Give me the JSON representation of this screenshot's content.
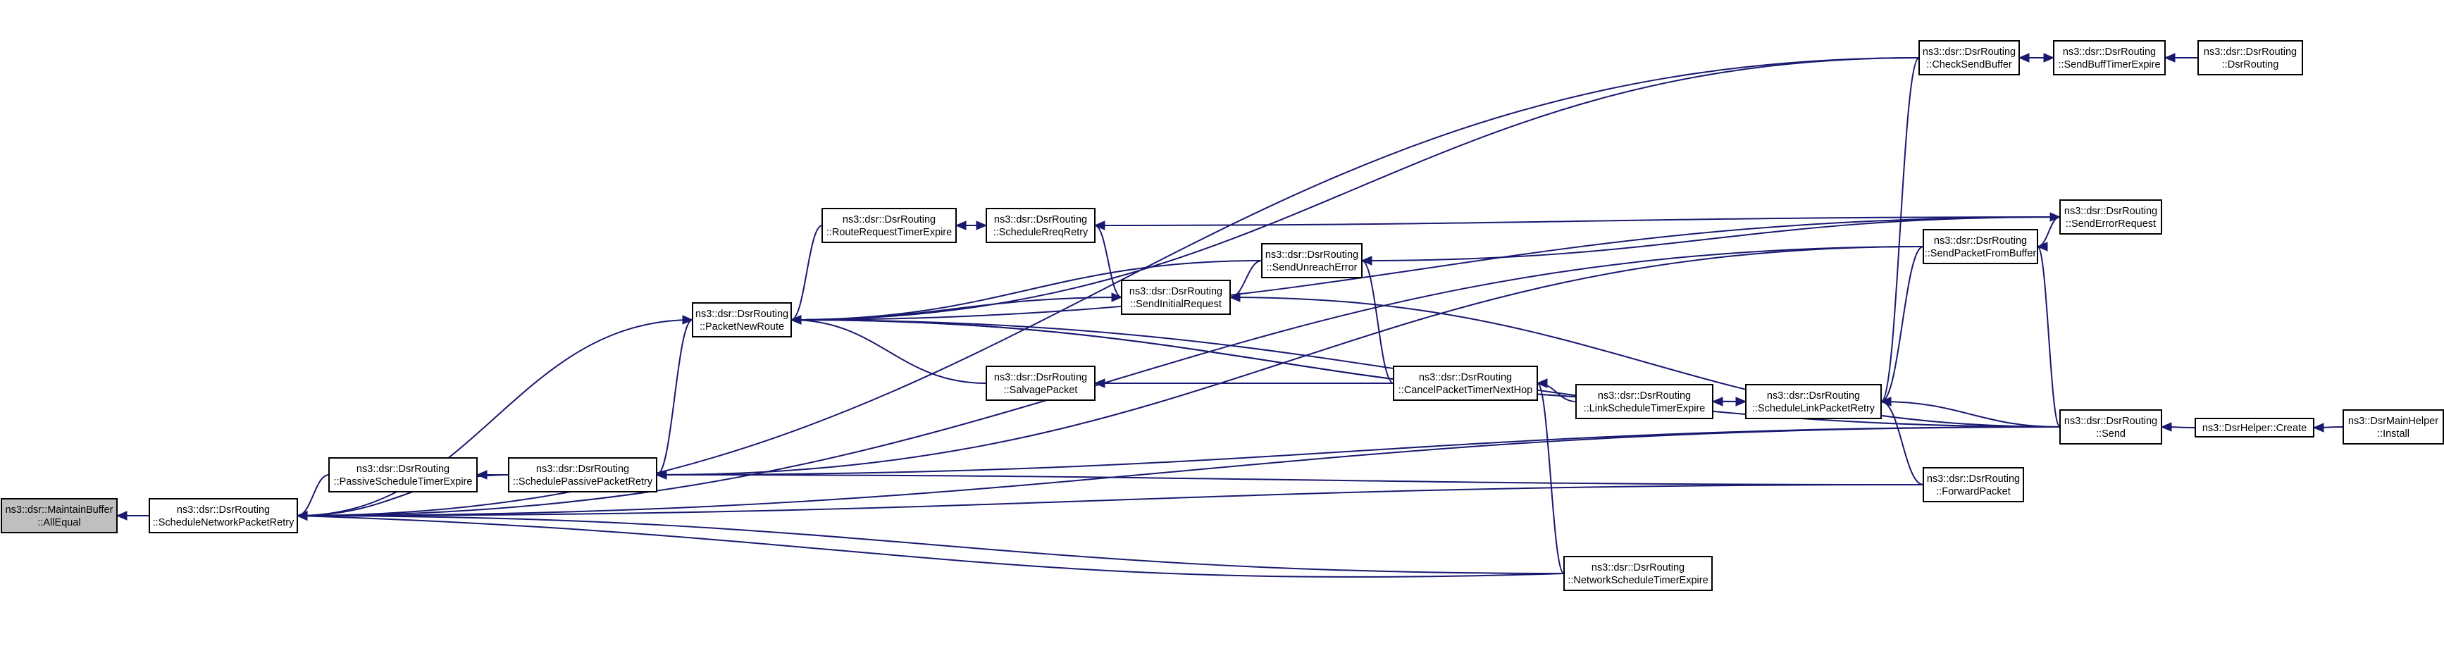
{
  "graph": {
    "title": "",
    "colors": {
      "edge": "#191970",
      "node_border": "#000000",
      "root_fill": "#bfbfbf",
      "node_fill": "#ffffff"
    },
    "nodes": [
      {
        "id": "allequal",
        "lines": [
          "ns3::dsr::MaintainBuffer",
          "::AllEqual"
        ],
        "root": true
      },
      {
        "id": "schedNetRetry",
        "lines": [
          "ns3::dsr::DsrRouting",
          "::ScheduleNetworkPacketRetry"
        ]
      },
      {
        "id": "passiveTimer",
        "lines": [
          "ns3::dsr::DsrRouting",
          "::PassiveScheduleTimerExpire"
        ]
      },
      {
        "id": "schedPassive",
        "lines": [
          "ns3::dsr::DsrRouting",
          "::SchedulePassivePacketRetry"
        ]
      },
      {
        "id": "packetNewRoute",
        "lines": [
          "ns3::dsr::DsrRouting",
          "::PacketNewRoute"
        ]
      },
      {
        "id": "routeReqTimer",
        "lines": [
          "ns3::dsr::DsrRouting",
          "::RouteRequestTimerExpire"
        ]
      },
      {
        "id": "schedRreq",
        "lines": [
          "ns3::dsr::DsrRouting",
          "::ScheduleRreqRetry"
        ]
      },
      {
        "id": "sendInitReq",
        "lines": [
          "ns3::dsr::DsrRouting",
          "::SendInitialRequest"
        ]
      },
      {
        "id": "sendUnreach",
        "lines": [
          "ns3::dsr::DsrRouting",
          "::SendUnreachError"
        ]
      },
      {
        "id": "salvage",
        "lines": [
          "ns3::dsr::DsrRouting",
          "::SalvagePacket"
        ]
      },
      {
        "id": "cancelTimer",
        "lines": [
          "ns3::dsr::DsrRouting",
          "::CancelPacketTimerNextHop"
        ]
      },
      {
        "id": "linkTimer",
        "lines": [
          "ns3::dsr::DsrRouting",
          "::LinkScheduleTimerExpire"
        ]
      },
      {
        "id": "schedLink",
        "lines": [
          "ns3::dsr::DsrRouting",
          "::ScheduleLinkPacketRetry"
        ]
      },
      {
        "id": "netTimer",
        "lines": [
          "ns3::dsr::DsrRouting",
          "::NetworkScheduleTimerExpire"
        ]
      },
      {
        "id": "checkSendBuf",
        "lines": [
          "ns3::dsr::DsrRouting",
          "::CheckSendBuffer"
        ]
      },
      {
        "id": "sendBuffTimer",
        "lines": [
          "ns3::dsr::DsrRouting",
          "::SendBuffTimerExpire"
        ]
      },
      {
        "id": "dsrRouting",
        "lines": [
          "ns3::dsr::DsrRouting",
          "::DsrRouting"
        ]
      },
      {
        "id": "sendErrReq",
        "lines": [
          "ns3::dsr::DsrRouting",
          "::SendErrorRequest"
        ]
      },
      {
        "id": "sendFromBuf",
        "lines": [
          "ns3::dsr::DsrRouting",
          "::SendPacketFromBuffer"
        ]
      },
      {
        "id": "forward",
        "lines": [
          "ns3::dsr::DsrRouting",
          "::ForwardPacket"
        ]
      },
      {
        "id": "send",
        "lines": [
          "ns3::dsr::DsrRouting",
          "::Send"
        ]
      },
      {
        "id": "helperCreate",
        "lines": [
          "ns3::DsrHelper::Create"
        ]
      },
      {
        "id": "mainInstall",
        "lines": [
          "ns3::DsrMainHelper",
          "::Install"
        ]
      }
    ],
    "edges": [
      [
        "schedNetRetry",
        "allequal"
      ],
      [
        "passiveTimer",
        "schedNetRetry"
      ],
      [
        "schedPassive",
        "schedNetRetry"
      ],
      [
        "packetNewRoute",
        "schedNetRetry"
      ],
      [
        "netTimer",
        "schedNetRetry"
      ],
      [
        "netTimer",
        "schedNetRetry"
      ],
      [
        "forward",
        "schedNetRetry"
      ],
      [
        "send",
        "schedNetRetry"
      ],
      [
        "checkSendBuf",
        "schedNetRetry"
      ],
      [
        "sendFromBuf",
        "schedNetRetry"
      ],
      [
        "schedPassive",
        "passiveTimer"
      ],
      [
        "sendFromBuf",
        "schedPassive"
      ],
      [
        "forward",
        "schedPassive"
      ],
      [
        "send",
        "schedPassive"
      ],
      [
        "schedPassive",
        "packetNewRoute"
      ],
      [
        "routeReqTimer",
        "packetNewRoute"
      ],
      [
        "sendUnreach",
        "packetNewRoute"
      ],
      [
        "schedLink",
        "packetNewRoute"
      ],
      [
        "salvage",
        "packetNewRoute"
      ],
      [
        "checkSendBuf",
        "packetNewRoute"
      ],
      [
        "sendErrReq",
        "packetNewRoute"
      ],
      [
        "send",
        "packetNewRoute"
      ],
      [
        "schedRreq",
        "routeReqTimer"
      ],
      [
        "routeReqTimer",
        "schedRreq"
      ],
      [
        "sendInitReq",
        "schedRreq"
      ],
      [
        "sendErrReq",
        "schedRreq"
      ],
      [
        "packetNewRoute",
        "sendInitReq"
      ],
      [
        "sendUnreach",
        "sendInitReq"
      ],
      [
        "send",
        "sendInitReq"
      ],
      [
        "sendErrReq",
        "sendUnreach"
      ],
      [
        "cancelTimer",
        "sendUnreach"
      ],
      [
        "cancelTimer",
        "salvage"
      ],
      [
        "linkTimer",
        "cancelTimer"
      ],
      [
        "netTimer",
        "cancelTimer"
      ],
      [
        "schedLink",
        "linkTimer"
      ],
      [
        "packetNewRoute",
        "schedLink"
      ],
      [
        "linkTimer",
        "schedLink"
      ],
      [
        "send",
        "schedLink"
      ],
      [
        "forward",
        "schedLink"
      ],
      [
        "checkSendBuf",
        "schedLink"
      ],
      [
        "sendFromBuf",
        "schedLink"
      ],
      [
        "sendBuffTimer",
        "checkSendBuf"
      ],
      [
        "checkSendBuf",
        "sendBuffTimer"
      ],
      [
        "dsrRouting",
        "sendBuffTimer"
      ],
      [
        "sendFromBuf",
        "sendErrReq"
      ],
      [
        "send",
        "sendFromBuf"
      ],
      [
        "helperCreate",
        "send"
      ],
      [
        "mainInstall",
        "helperCreate"
      ]
    ]
  }
}
